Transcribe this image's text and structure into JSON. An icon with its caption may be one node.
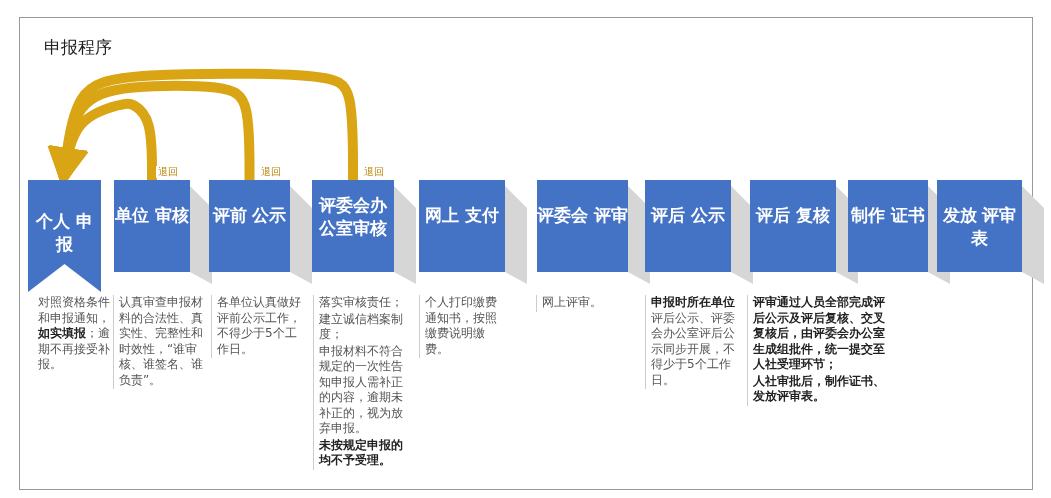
{
  "diagram": {
    "title": "申报程序",
    "nodes": [
      {
        "text": [
          "个人 申报"
        ],
        "beside": [
          "对照资格条件和申报通知，**如实填报**；逾期不再接受补报。"
        ]
      },
      {
        "text": [
          "单位 审核"
        ],
        "beside": [
          "认真审查申报材料的合法性、真实性、完整性和时效性，“谁审核、谁签名、谁负责”。"
        ]
      },
      {
        "text": [
          "评前 公示"
        ],
        "beside": [
          "各单位认真做好评前公示工作，不得少于5个工作日。"
        ]
      },
      {
        "text": [
          "评委会办公室审核"
        ],
        "beside": [
          "落实审核责任；",
          "建立诚信档案制度；",
          "申报材料不符合规定的一次性告知申报人需补正的内容，逾期未补正的，视为放弃申报。",
          "**未按规定申报的均不予受理。**"
        ]
      },
      {
        "text": [
          "网上 支付"
        ],
        "beside": [
          "个人打印缴费通知书，按照缴费说明缴费。"
        ]
      },
      {
        "text": [
          "评委会 评审"
        ],
        "beside": [
          "网上评审。"
        ]
      },
      {
        "text": [
          "评后 公示"
        ],
        "beside": [
          "**申报时所在单位**评后公示、评委会办公室评后公示同步开展，不得少于5个工作日。"
        ]
      },
      {
        "text": [
          "评后 复核"
        ],
        "beside": [
          "**评审通过人员全部完成评后公示及评后复核、交叉复核后，由评委会办公室生成组批件，统一提交至人社受理环节；**",
          "**人社审批后，制作证书、发放评审表。**"
        ]
      },
      {
        "text": [
          "制作 证书"
        ]
      },
      {
        "text": [
          "发放 评审表"
        ]
      }
    ],
    "edges": [
      {
        "from": 1,
        "to": 0,
        "arrow": "to",
        "label": "退回"
      },
      {
        "from": 2,
        "to": 0,
        "arrow": "to",
        "label": "退回"
      },
      {
        "from": 3,
        "to": 0,
        "arrow": "to",
        "label": "退回"
      }
    ]
  }
}
